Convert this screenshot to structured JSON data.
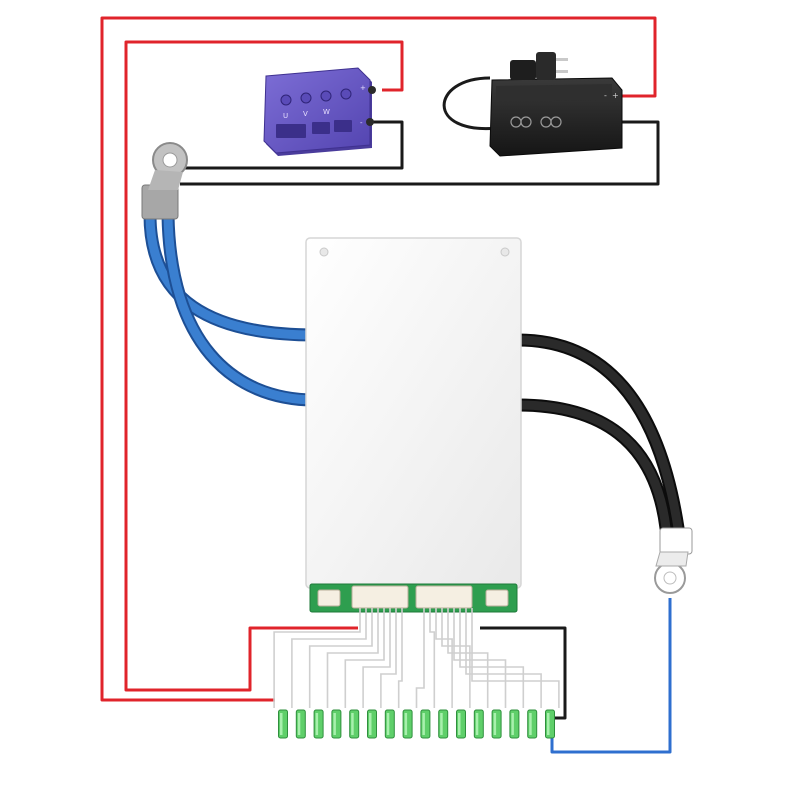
{
  "diagram": {
    "controller": {
      "phase_labels": [
        "U",
        "V",
        "W"
      ],
      "terminal_plus": "+",
      "terminal_minus": "-"
    },
    "charger": {
      "terminal_minus": "-",
      "terminal_plus": "+"
    },
    "cells": {
      "count": 16
    },
    "colors": {
      "positive_wire": "#e0242b",
      "negative_wire": "#1a1a1a",
      "blue_wire": "#2f6fcf",
      "blue_cable": "#3a7fd0",
      "black_cable": "#222222",
      "controller_body": "#6b5bc8",
      "bms_body": "#f4f4f4",
      "pcb_green": "#2e9e4f",
      "cell_green": "#5fcf6a"
    }
  }
}
